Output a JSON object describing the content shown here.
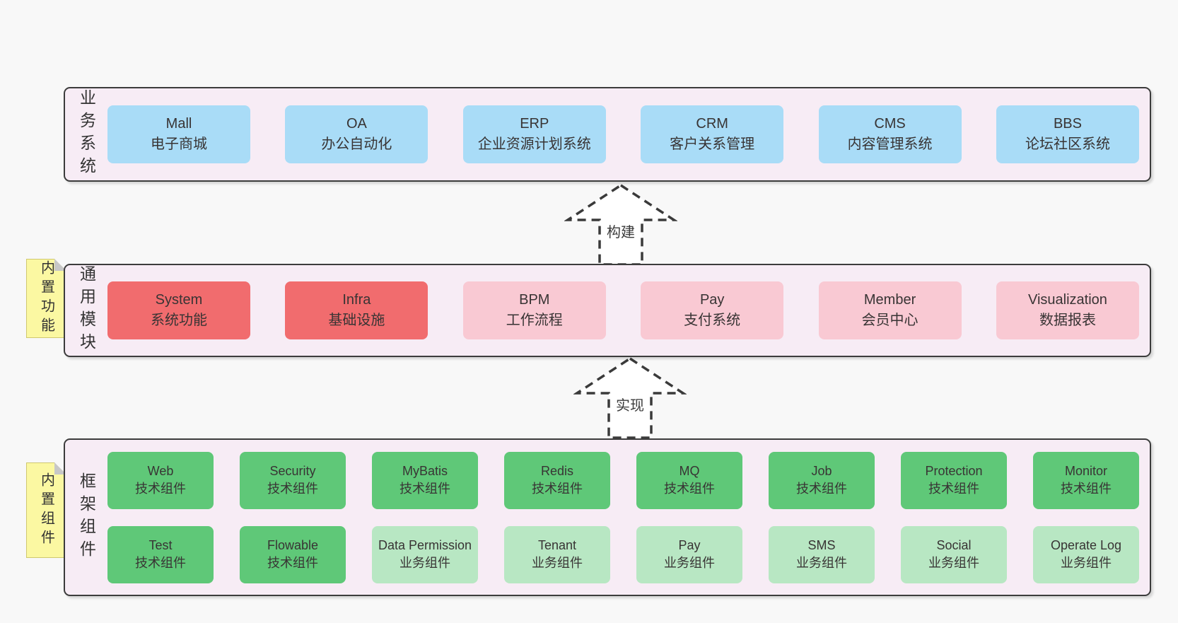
{
  "colors": {
    "page_background": "#f8f8f8",
    "container_fill": "#f7ecf5",
    "container_border": "#3c3c3c",
    "box_blue": "#a9dcf7",
    "box_red": "#f16c6e",
    "box_pink": "#f9c9d3",
    "box_green": "#5fc878",
    "box_light_green": "#b8e7c3",
    "note_yellow": "#fbf8a2"
  },
  "sections": {
    "business": {
      "label": "业务系统",
      "boxes": [
        {
          "name": "Mall",
          "desc": "电子商城"
        },
        {
          "name": "OA",
          "desc": "办公自动化"
        },
        {
          "name": "ERP",
          "desc": "企业资源计划系统"
        },
        {
          "name": "CRM",
          "desc": "客户关系管理"
        },
        {
          "name": "CMS",
          "desc": "内容管理系统"
        },
        {
          "name": "BBS",
          "desc": "论坛社区系统"
        }
      ]
    },
    "modules": {
      "label": "通用模块",
      "note": "内置功能",
      "boxes": [
        {
          "name": "System",
          "desc": "系统功能"
        },
        {
          "name": "Infra",
          "desc": "基础设施"
        },
        {
          "name": "BPM",
          "desc": "工作流程"
        },
        {
          "name": "Pay",
          "desc": "支付系统"
        },
        {
          "name": "Member",
          "desc": "会员中心"
        },
        {
          "name": "Visualization",
          "desc": "数据报表"
        }
      ]
    },
    "framework": {
      "label": "框架组件",
      "note": "内置组件",
      "rows": [
        [
          {
            "name": "Web",
            "desc": "技术组件"
          },
          {
            "name": "Security",
            "desc": "技术组件"
          },
          {
            "name": "MyBatis",
            "desc": "技术组件"
          },
          {
            "name": "Redis",
            "desc": "技术组件"
          },
          {
            "name": "MQ",
            "desc": "技术组件"
          },
          {
            "name": "Job",
            "desc": "技术组件"
          },
          {
            "name": "Protection",
            "desc": "技术组件"
          },
          {
            "name": "Monitor",
            "desc": "技术组件"
          }
        ],
        [
          {
            "name": "Test",
            "desc": "技术组件"
          },
          {
            "name": "Flowable",
            "desc": "技术组件"
          },
          {
            "name": "Data Permission",
            "desc": "业务组件"
          },
          {
            "name": "Tenant",
            "desc": "业务组件"
          },
          {
            "name": "Pay",
            "desc": "业务组件"
          },
          {
            "name": "SMS",
            "desc": "业务组件"
          },
          {
            "name": "Social",
            "desc": "业务组件"
          },
          {
            "name": "Operate Log",
            "desc": "业务组件"
          }
        ]
      ]
    }
  },
  "arrows": [
    {
      "label": "构建"
    },
    {
      "label": "实现"
    }
  ]
}
